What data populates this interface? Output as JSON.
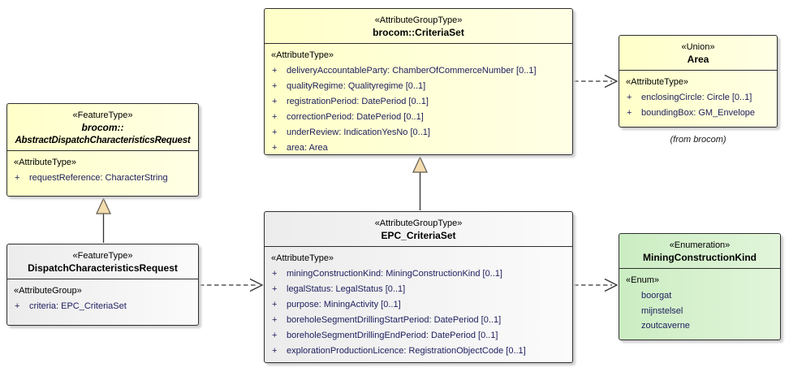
{
  "colors": {
    "class_yellow": "#FFFFC9",
    "class_yellow_light": "#FFFFE6",
    "class_gray": "#ECECEC",
    "class_gray_light": "#FBFBFB",
    "enum_green": "#CBEDC2",
    "enum_green_light": "#E2F5DA",
    "generalization_triangle_fill": "#F3DCAD",
    "attribute_text": "#1D1D5E",
    "border": "#2e2e2e"
  },
  "classes": {
    "criteria_set": {
      "stereotype": "«AttributeGroupType»",
      "name": "brocom::CriteriaSet",
      "section": "«AttributeType»",
      "attrs": [
        {
          "vis": "+",
          "text": "deliveryAccountableParty: ChamberOfCommerceNumber [0..1]"
        },
        {
          "vis": "+",
          "text": "qualityRegime: Qualityregime [0..1]"
        },
        {
          "vis": "+",
          "text": "registrationPeriod: DatePeriod [0..1]"
        },
        {
          "vis": "+",
          "text": "correctionPeriod: DatePeriod [0..1]"
        },
        {
          "vis": "+",
          "text": "underReview: IndicationYesNo [0..1]"
        },
        {
          "vis": "+",
          "text": "area: Area"
        }
      ]
    },
    "area": {
      "stereotype": "«Union»",
      "name": "Area",
      "section": "«AttributeType»",
      "attrs": [
        {
          "vis": "+",
          "text": "enclosingCircle: Circle [0..1]"
        },
        {
          "vis": "+",
          "text": "boundingBox: GM_Envelope"
        }
      ],
      "origin_note": "(from brocom)"
    },
    "abstract_request": {
      "stereotype": "«FeatureType»",
      "name_line1": "brocom::",
      "name_line2": "AbstractDispatchCharacteristicsRequest",
      "section": "«AttributeType»",
      "attrs": [
        {
          "vis": "+",
          "text": "requestReference: CharacterString"
        }
      ]
    },
    "dispatch_request": {
      "stereotype": "«FeatureType»",
      "name": "DispatchCharacteristicsRequest",
      "section": "«AttributeGroup»",
      "attrs": [
        {
          "vis": "+",
          "text": "criteria: EPC_CriteriaSet"
        }
      ]
    },
    "epc_criteria_set": {
      "stereotype": "«AttributeGroupType»",
      "name": "EPC_CriteriaSet",
      "section": "«AttributeType»",
      "attrs": [
        {
          "vis": "+",
          "text": "miningConstructionKind: MiningConstructionKind [0..1]"
        },
        {
          "vis": "+",
          "text": "legalStatus: LegalStatus [0..1]"
        },
        {
          "vis": "+",
          "text": "purpose: MiningActivity [0..1]"
        },
        {
          "vis": "+",
          "text": "boreholeSegmentDrillingStartPeriod: DatePeriod [0..1]"
        },
        {
          "vis": "+",
          "text": "boreholeSegmentDrillingEndPeriod: DatePeriod [0..1]"
        },
        {
          "vis": "+",
          "text": "explorationProductionLicence: RegistrationObjectCode [0..1]"
        }
      ]
    },
    "mining_construction_kind": {
      "stereotype": "«Enumeration»",
      "name": "MiningConstructionKind",
      "section": "«Enum»",
      "attrs": [
        {
          "vis": "",
          "text": "boorgat"
        },
        {
          "vis": "",
          "text": "mijnstelsel"
        },
        {
          "vis": "",
          "text": "zoutcaverne"
        }
      ]
    }
  }
}
